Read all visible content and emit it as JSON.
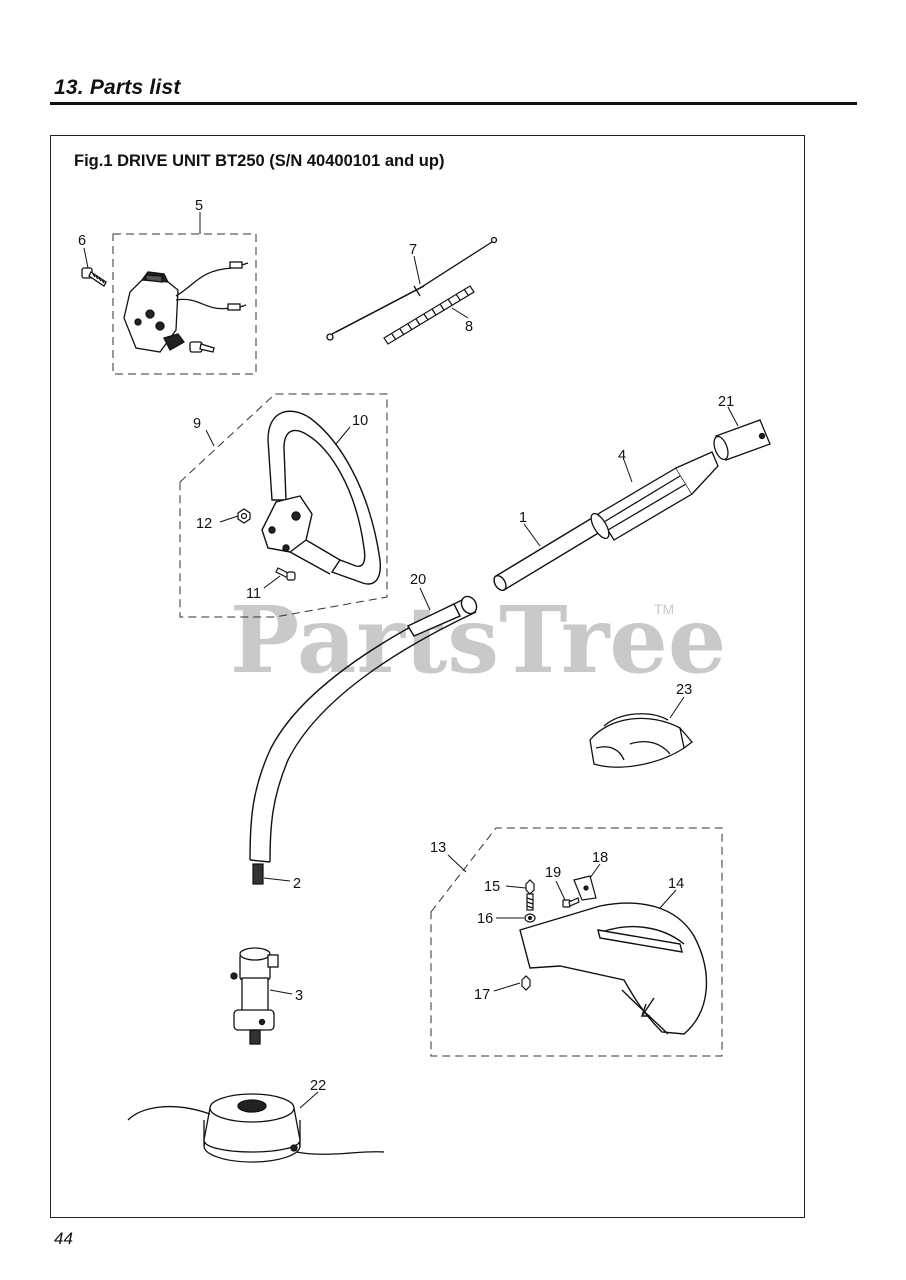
{
  "page": {
    "section_title": "13. Parts list",
    "figure_caption": "Fig.1 DRIVE UNIT  BT250 (S/N 40400101 and up)",
    "page_number": "44"
  },
  "watermark": {
    "text": "PartsTree",
    "trademark": "TM"
  },
  "callouts": [
    "1",
    "2",
    "3",
    "4",
    "5",
    "6",
    "7",
    "8",
    "9",
    "10",
    "11",
    "12",
    "13",
    "14",
    "15",
    "16",
    "17",
    "18",
    "19",
    "20",
    "21",
    "22",
    "23"
  ]
}
